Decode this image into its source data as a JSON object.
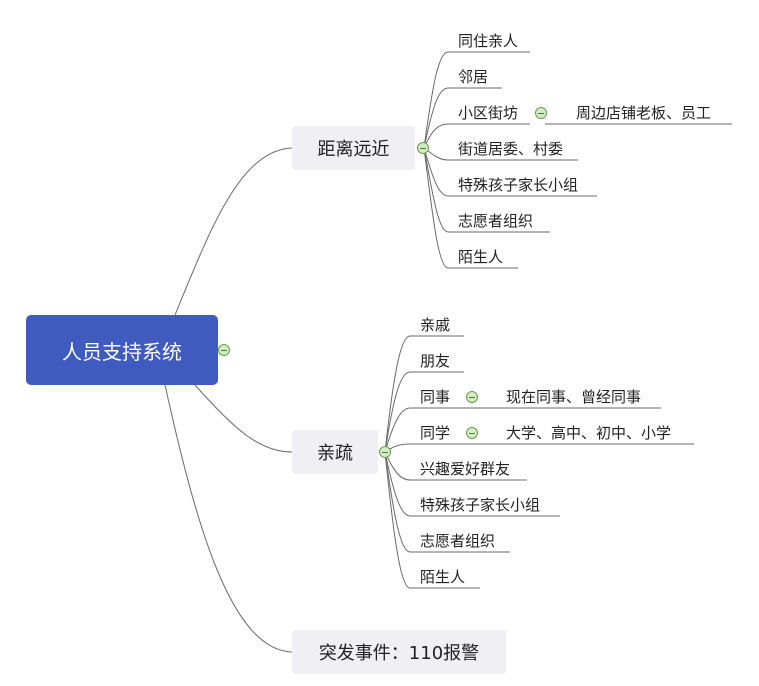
{
  "root": {
    "label": "人员支持系统"
  },
  "branches": {
    "distance": {
      "label": "距离远近",
      "items": [
        "同住亲人",
        "邻居",
        "小区街坊",
        "街道居委、村委",
        "特殊孩子家长小组",
        "志愿者组织",
        "陌生人"
      ],
      "sub": "周边店铺老板、员工"
    },
    "closeness": {
      "label": "亲疏",
      "items": [
        "亲戚",
        "朋友",
        "同事",
        "同学",
        "兴趣爱好群友",
        "特殊孩子家长小组",
        "志愿者组织",
        "陌生人"
      ],
      "sub_colleague": "现在同事、曾经同事",
      "sub_classmate": "大学、高中、初中、小学"
    },
    "emergency": {
      "label": "突发事件：110报警"
    }
  },
  "colors": {
    "root": "#3f5bbf",
    "node": "#efeff4",
    "line": "#666666",
    "collapse": "#d4ecc4"
  }
}
